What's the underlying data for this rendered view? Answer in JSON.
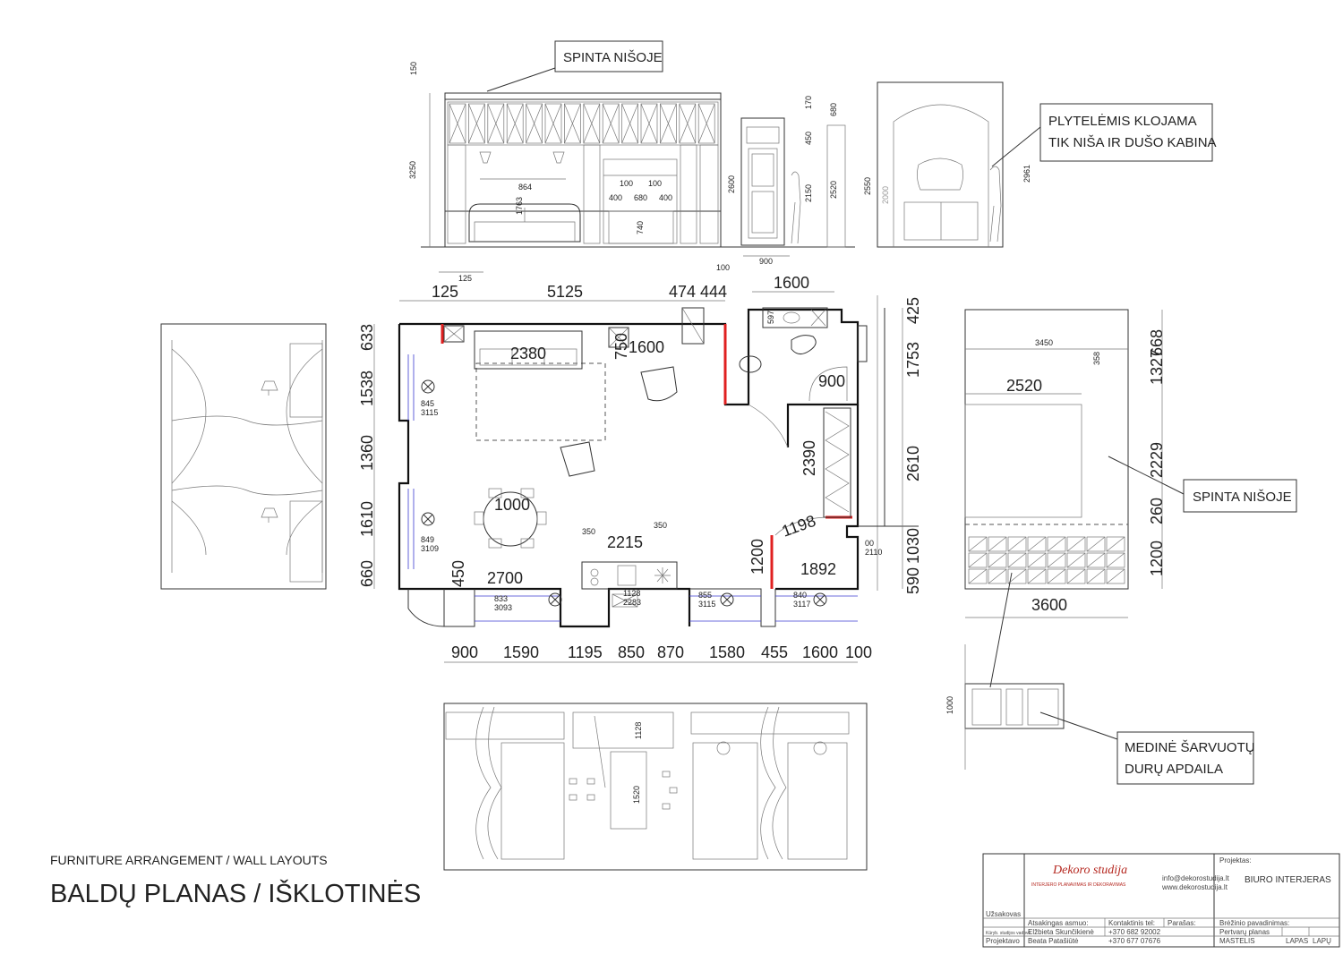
{
  "sheet": {
    "subtitle": "FURNITURE ARRANGEMENT / WALL LAYOUTS",
    "title": "BALDŲ PLANAS / IŠKLOTINĖS"
  },
  "callouts": {
    "wardrobe_top": "SPINTA NIŠOJE",
    "tiles_line1": "PLYTELĖMIS KLOJAMA",
    "tiles_line2": "TIK NIŠA IR DUŠO KABINA",
    "wardrobe_right": "SPINTA NIŠOJE",
    "door_line1": "MEDINĖ ŠARVUOTŲ",
    "door_line2": "DURŲ APDAILA"
  },
  "elevation_dims": {
    "top_150": "150",
    "h_3250": "3250",
    "w_125": "125",
    "w_864": "864",
    "h_1763": "1763",
    "w_100a": "100",
    "w_100b": "100",
    "w_400a": "400",
    "w_680": "680",
    "w_400b": "400",
    "h_740": "740",
    "door_100": "100",
    "door_900": "900",
    "door_2600": "2600",
    "door_170": "170",
    "door_450": "450",
    "door_2150": "2150",
    "door_2520": "2520",
    "door_680": "680",
    "bath_2550": "2550",
    "bath_2000": "2000",
    "bath_2961": "2961"
  },
  "plan_dims": {
    "top": [
      "125",
      "5125",
      "474",
      "444"
    ],
    "top_1600": "1600",
    "left": [
      "633",
      "1538",
      "1360",
      "1610",
      "660"
    ],
    "right": [
      "425",
      "1753",
      "2610",
      "1030",
      "590"
    ],
    "bottom": [
      "900",
      "1590",
      "1195",
      "850",
      "870",
      "1580",
      "455",
      "1600",
      "100"
    ],
    "sofa": "2380",
    "bench_750": "750",
    "bench_1600": "1600",
    "door_900": "900",
    "wardrobe_2390": "2390",
    "wardrobe_1198": "1198",
    "table": "1000",
    "kitchen_2215": "2215",
    "k_350a": "350",
    "k_350b": "350",
    "counter_2700": "2700",
    "k_450": "450",
    "d_1200": "1200",
    "d_1892": "1892",
    "sink_597": "597",
    "windows": [
      {
        "a": "845",
        "b": "3115"
      },
      {
        "a": "849",
        "b": "3109"
      },
      {
        "a": "833",
        "b": "3093"
      },
      {
        "a": "1128",
        "b": "2283"
      },
      {
        "a": "855",
        "b": "3115"
      },
      {
        "a": "840",
        "b": "3117"
      },
      {
        "a": "00",
        "b": "2110"
      }
    ]
  },
  "wardrobe_dims": {
    "w_3450": "3450",
    "w_2520": "2520",
    "w_3600": "3600",
    "d_358": "358",
    "h_668": "668",
    "h_1327": "1327",
    "h_2229": "2229",
    "h_260": "260",
    "h_1200": "1200"
  },
  "door_panel_dim": "1000",
  "bottom_elev_dims": {
    "h_1128": "1128",
    "h_1520": "1520"
  },
  "title_block": {
    "logo": "Dekoro studija",
    "logo_sub": "INTERJERO PLANAVIMAS IR DEKORAVIMAS",
    "email": "info@dekorostudija.lt",
    "web": "www.dekorostudija.lt",
    "project_label": "Projektas:",
    "project_value": "BIURO INTERJERAS",
    "responsible_label": "Atsakingas asmuo:",
    "contact_label": "Kontaktinis tel:",
    "signature_label": "Parašas:",
    "drawing_name_label": "Brėžinio pavadinimas:",
    "head_label": "Kūryb. studijos vadovė",
    "head_name": "Elžbieta Skunčikienė",
    "head_phone": "+370 682 92002",
    "drawing_name": "Pertvarų planas",
    "designer_label": "Projektavo",
    "designer_name": "Beata Patašiūtė",
    "designer_phone": "+370 677 07676",
    "scale_label": "MASTELIS",
    "sheet_label": "LAPAS",
    "sheets_label": "LAPŲ",
    "client_label": "Užsakovas"
  }
}
